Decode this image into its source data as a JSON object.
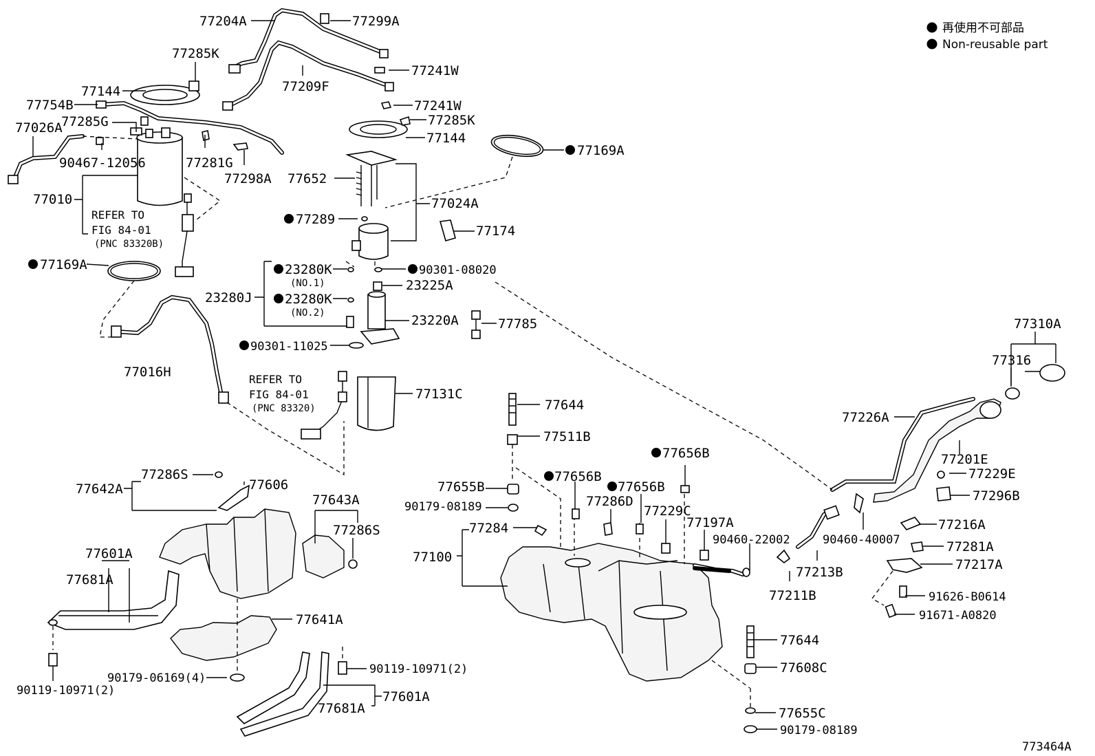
{
  "legend": {
    "symbol": "●",
    "line_jp": "再使用不可部品",
    "line_en": "Non-reusable part"
  },
  "figure_code": "773464A",
  "refs": {
    "a": {
      "line1": "REFER TO",
      "line2": "FIG 84-01",
      "line3": "(PNC 83320B)"
    },
    "b": {
      "line1": "REFER TO",
      "line2": "FIG 84-01",
      "line3": "(PNC 83320)"
    }
  },
  "sublabels": {
    "no1": "(NO.1)",
    "no2": "(NO.2)"
  },
  "parts": {
    "p77204A": "77204A",
    "p77299A": "77299A",
    "p77285K_top": "77285K",
    "p77241W_1": "77241W",
    "p77209F": "77209F",
    "p77144_left": "77144",
    "p77754B": "77754B",
    "p77241W_2": "77241W",
    "p77285G": "77285G",
    "p77285K_mid": "77285K",
    "p77026A": "77026A",
    "p77144_mid": "77144",
    "p90467_12056": "90467-12056",
    "p77281G": "77281G",
    "p77169A_top": "77169A",
    "p77298A": "77298A",
    "p77652": "77652",
    "p77010": "77010",
    "p77024A": "77024A",
    "p77289": "77289",
    "p77174": "77174",
    "p77169A_left": "77169A",
    "p23280K_1": "23280K",
    "p90301_08020": "90301-08020",
    "p23225A": "23225A",
    "p23280J": "23280J",
    "p23280K_2": "23280K",
    "p23220A": "23220A",
    "p77785": "77785",
    "p90301_11025": "90301-11025",
    "p77016H": "77016H",
    "p77131C": "77131C",
    "p77310A": "77310A",
    "p77316": "77316",
    "p77644_top": "77644",
    "p77226A": "77226A",
    "p77511B": "77511B",
    "p77201E": "77201E",
    "p77656B_1": "77656B",
    "p77229E": "77229E",
    "p77286S_top": "77286S",
    "p77606": "77606",
    "p77642A": "77642A",
    "p77655B": "77655B",
    "p77656B_2": "77656B",
    "p77656B_3": "77656B",
    "p77296B": "77296B",
    "p77643A": "77643A",
    "p90179_08189_top": "90179-08189",
    "p77286D": "77286D",
    "p77229C": "77229C",
    "p77197A": "77197A",
    "p77284": "77284",
    "p77216A": "77216A",
    "p77286S_right": "77286S",
    "p90460_22002": "90460-22002",
    "p90460_40007": "90460-40007",
    "p77601A_top": "77601A",
    "p77281A": "77281A",
    "p77100": "77100",
    "p77213B": "77213B",
    "p77217A": "77217A",
    "p77681A_top": "77681A",
    "p77211B": "77211B",
    "p91626_B0614": "91626-B0614",
    "p91671_A0820": "91671-A0820",
    "p77641A": "77641A",
    "p77644_bottom": "77644",
    "p77608C": "77608C",
    "p90179_06169": "90179-06169(4)",
    "p90119_10971_right": "90119-10971(2)",
    "p90119_10971_left": "90119-10971(2)",
    "p77601A_bottom": "77601A",
    "p77681A_bottom": "77681A",
    "p77655C": "77655C",
    "p90179_08189_bottom": "90179-08189"
  }
}
